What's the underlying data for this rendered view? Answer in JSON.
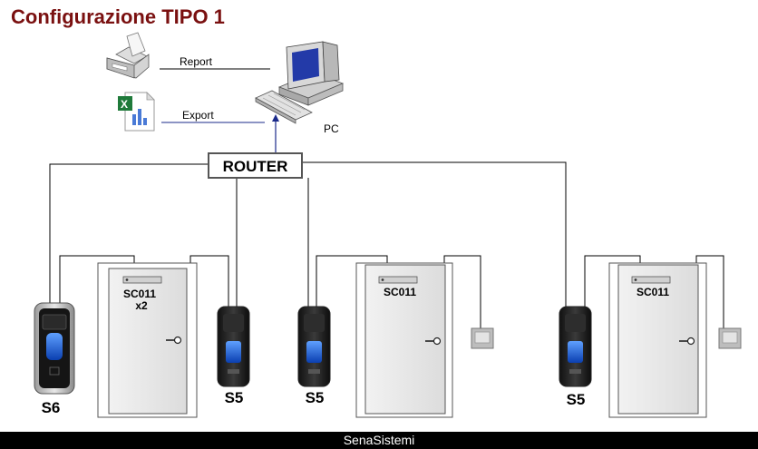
{
  "title": "Configurazione TIPO 1",
  "footer": "SenaSistemi",
  "colors": {
    "title": "#7a1010",
    "wire": "#000000",
    "uplink": "#1a2a8a",
    "door": "#e6e6e6"
  },
  "pc": {
    "label": "PC",
    "icon": "desktop-computer-icon"
  },
  "outputs": [
    {
      "label": "Report",
      "icon": "printer-icon"
    },
    {
      "label": "Export",
      "icon": "excel-file-icon"
    }
  ],
  "router": {
    "label": "ROUTER"
  },
  "readers": [
    {
      "label": "S6",
      "icon": "fingerprint-terminal-icon"
    },
    {
      "label": "S5",
      "icon": "fingerprint-reader-icon"
    },
    {
      "label": "S5",
      "icon": "fingerprint-reader-icon"
    },
    {
      "label": "S5",
      "icon": "fingerprint-reader-icon"
    }
  ],
  "doors": [
    {
      "label": "SC011",
      "sublabel": "x2"
    },
    {
      "label": "SC011",
      "sublabel": ""
    },
    {
      "label": "SC011",
      "sublabel": ""
    }
  ],
  "exit_buttons": [
    {
      "icon": "exit-button-icon"
    },
    {
      "icon": "exit-button-icon"
    }
  ]
}
